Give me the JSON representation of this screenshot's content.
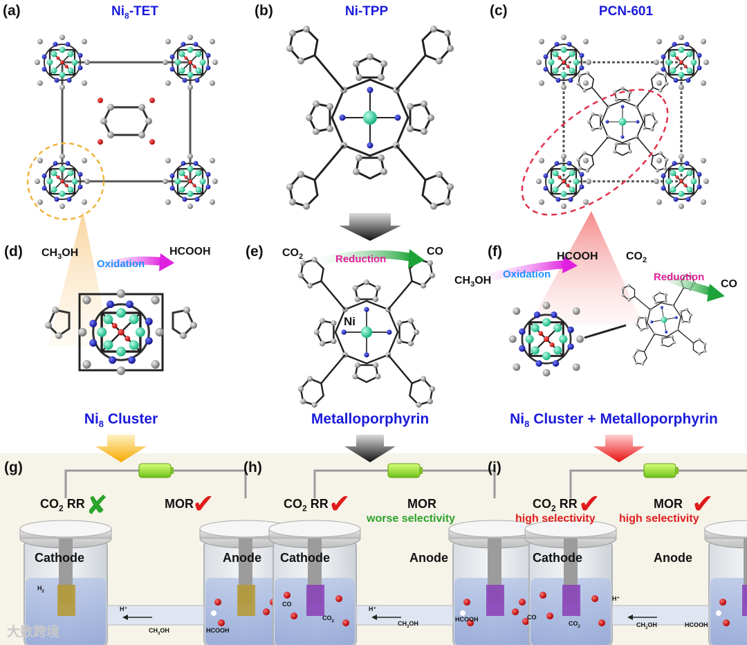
{
  "panels": {
    "a": {
      "letter": "(a)",
      "title_main": "Ni",
      "title_sub": "8",
      "title_rest": "-TET"
    },
    "b": {
      "letter": "(b)",
      "title": "Ni-TPP"
    },
    "c": {
      "letter": "(c)",
      "title": "PCN-601"
    },
    "d": {
      "letter": "(d)",
      "reactant": "CH",
      "reactant_sub": "3",
      "reactant_rest": "OH",
      "process": "Oxidation",
      "product": "HCOOH",
      "caption_main": "Ni",
      "caption_sub": "8",
      "caption_rest": " Cluster"
    },
    "e": {
      "letter": "(e)",
      "reactant": "CO",
      "reactant_sub": "2",
      "process": "Reduction",
      "product": "CO",
      "metal_label": "Ni",
      "caption": "Metalloporphyrin"
    },
    "f": {
      "letter": "(f)",
      "reactant_ox": "CH",
      "reactant_ox_sub": "3",
      "reactant_ox_rest": "OH",
      "process_ox": "Oxidation",
      "product_ox": "HCOOH",
      "reactant_red": "CO",
      "reactant_red_sub": "2",
      "process_red": "Reduction",
      "product_red": "CO",
      "caption_main": "Ni",
      "caption_sub": "8",
      "caption_rest": " Cluster + Metalloporphyrin"
    },
    "g": {
      "letter": "(g)",
      "co2rr": "CO",
      "co2rr_sub": "2",
      "co2rr_rest": " RR",
      "co2rr_mark": "✘",
      "mor": "MOR",
      "mor_mark": "✔",
      "cathode": "Cathode",
      "anode": "Anode",
      "h2": "H",
      "h2_sub": "2",
      "proton": "H⁺",
      "methanol": "CH",
      "methanol_sub": "3",
      "methanol_rest": "OH",
      "formic": "HCOOH"
    },
    "h": {
      "letter": "(h)",
      "co2rr": "CO",
      "co2rr_sub": "2",
      "co2rr_rest": " RR",
      "co2rr_mark": "✔",
      "mor": "MOR",
      "mor_note": "worse selectivity",
      "cathode": "Cathode",
      "anode": "Anode",
      "co": "CO",
      "co2": "CO",
      "co2_sub": "2",
      "proton": "H⁺",
      "methanol": "CH",
      "methanol_sub": "3",
      "methanol_rest": "OH",
      "formic": "HCOOH"
    },
    "i": {
      "letter": "(i)",
      "co2rr": "CO",
      "co2rr_sub": "2",
      "co2rr_rest": " RR",
      "co2rr_mark": "✔",
      "co2rr_note": "high selectivity",
      "mor": "MOR",
      "mor_mark": "✔",
      "mor_note": "high selectivity",
      "cathode": "Cathode",
      "anode": "Anode",
      "co": "CO",
      "co2": "CO",
      "co2_sub": "2",
      "proton": "H⁺",
      "methanol": "CH",
      "methanol_sub": "3",
      "methanol_rest": "OH",
      "formic": "HCOOH"
    }
  },
  "watermark": "大数跨境",
  "colors": {
    "title_blue": "#1a1adb",
    "check_red": "#e01b1b",
    "cross_green": "#2aa32a",
    "oxidation_blue": "#1e90ff",
    "reduction_magenta": "#e0209a",
    "ni_teal": "#2fd9a0",
    "bottom_band": "#f6f3e8"
  }
}
